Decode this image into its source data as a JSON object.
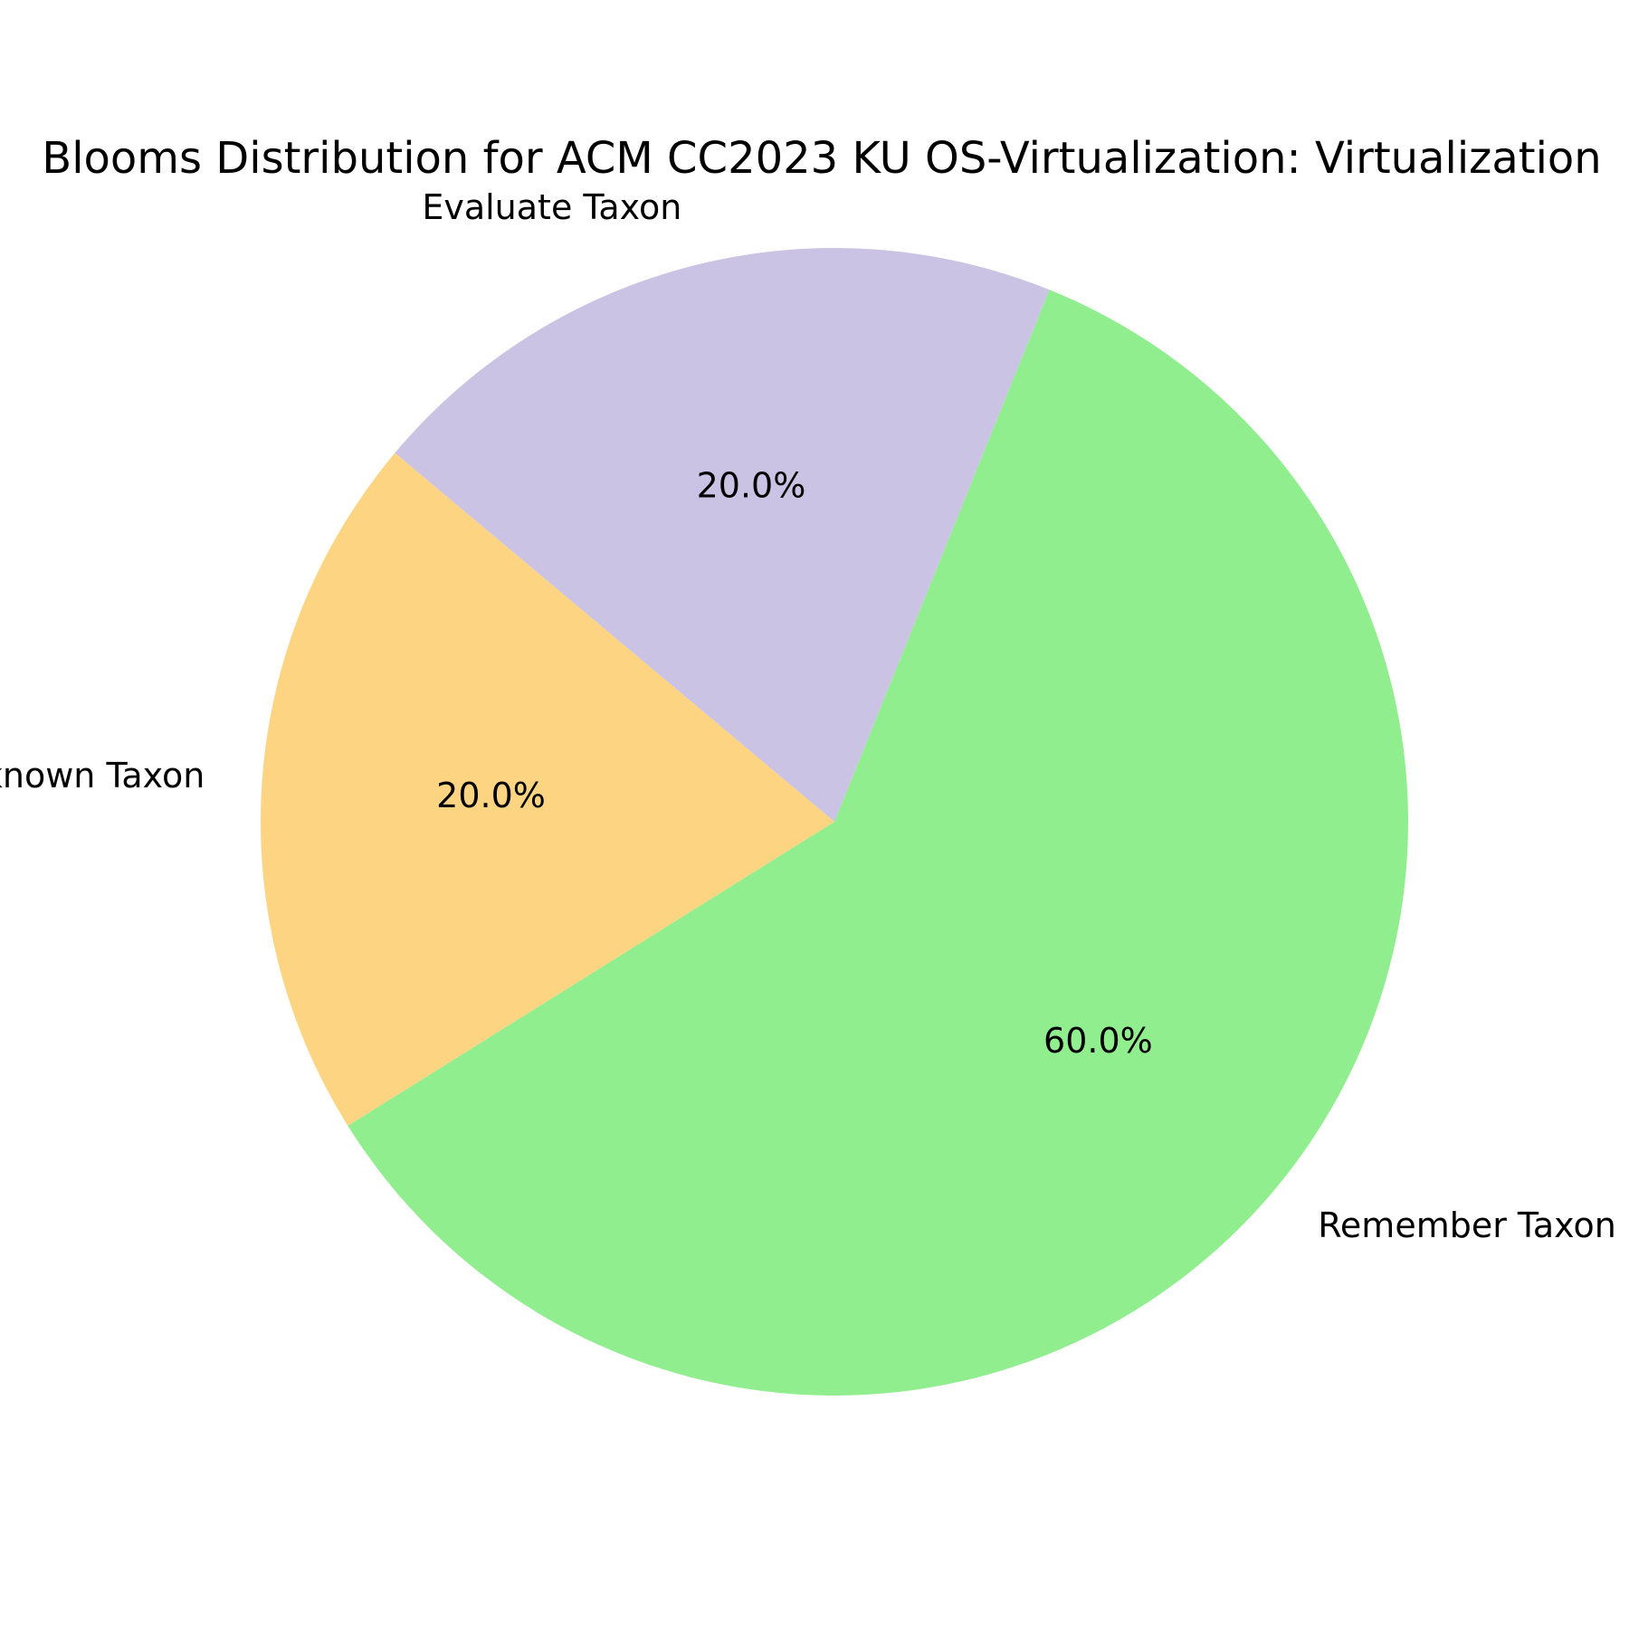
{
  "chart_data": {
    "type": "pie",
    "title": "Blooms Distribution for ACM CC2023 KU OS-Virtualization: Virtualization",
    "start_angle_deg": 140,
    "direction": "counterclockwise",
    "slices": [
      {
        "label": "Unknown Taxon",
        "value": 20.0,
        "pct_label": "20.0%",
        "color": "#fdd582"
      },
      {
        "label": "Remember Taxon",
        "value": 60.0,
        "pct_label": "60.0%",
        "color": "#90ee8f"
      },
      {
        "label": "Evaluate Taxon",
        "value": 20.0,
        "pct_label": "20.0%",
        "color": "#cbc3e3"
      }
    ]
  }
}
